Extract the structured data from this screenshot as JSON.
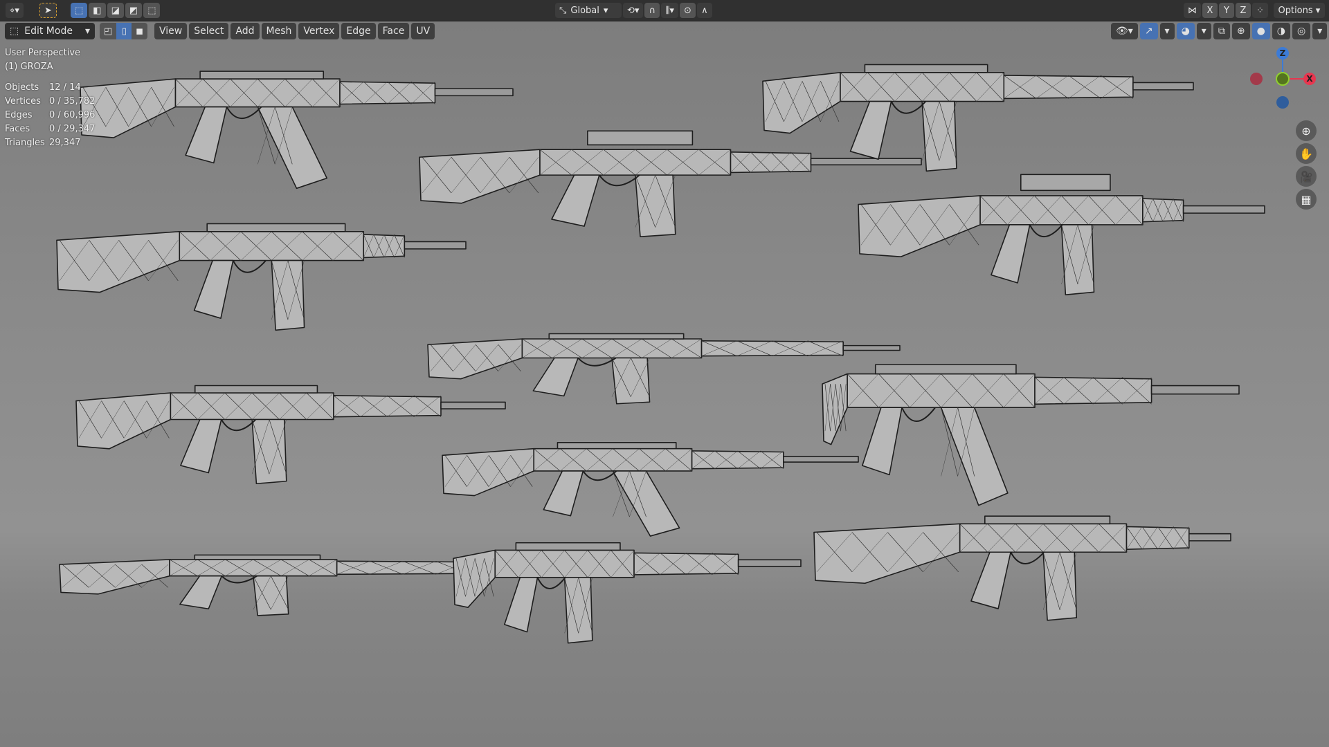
{
  "topbar": {
    "transform_orientation": "Global",
    "axis_x": "X",
    "axis_y": "Y",
    "axis_z": "Z",
    "options_label": "Options"
  },
  "header": {
    "mode": "Edit Mode",
    "menus": [
      "View",
      "Select",
      "Add",
      "Mesh",
      "Vertex",
      "Edge",
      "Face",
      "UV"
    ],
    "select_mode_active": "edge"
  },
  "overlay": {
    "view_name": "User Perspective",
    "object_name": "(1) GROZA"
  },
  "stats": [
    {
      "label": "Objects",
      "value": "12 / 14"
    },
    {
      "label": "Vertices",
      "value": "0 / 35,782"
    },
    {
      "label": "Edges",
      "value": "0 / 60,996"
    },
    {
      "label": "Faces",
      "value": "0 / 29,347"
    },
    {
      "label": "Triangles",
      "value": "29,347"
    }
  ],
  "gizmo": {
    "z": "Z",
    "x": "X",
    "colors": {
      "x": "#e8364f",
      "y": "#6b9c1f",
      "z": "#3c7bd6"
    }
  },
  "colors": {
    "accent": "#4772b3",
    "topbar": "#303030",
    "viewport": "#8a8a8a"
  }
}
